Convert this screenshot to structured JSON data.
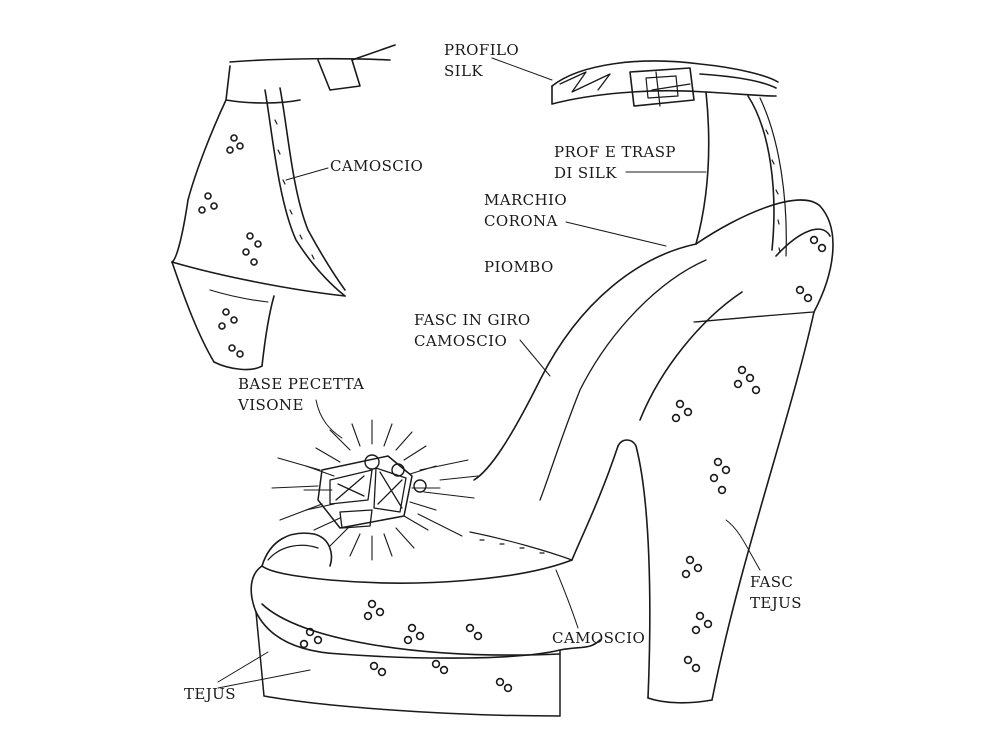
{
  "labels": {
    "profilo_silk": [
      "PROFILO",
      "SILK"
    ],
    "camoscio_strap": "CAMOSCIO",
    "prof_trasp": [
      "PROF E TRASP",
      "DI SILK"
    ],
    "marchio_corona": [
      "MARCHIO",
      "CORONA"
    ],
    "piombo": "PIOMBO",
    "fasc_in_giro": [
      "FASC IN GIRO",
      "CAMOSCIO"
    ],
    "base_pecetta": [
      "BASE PECETTA",
      "VISONE"
    ],
    "camoscio_welt": "CAMOSCIO",
    "fasc_tejus": [
      "FASC",
      "TEJUS"
    ],
    "tejus": "TEJUS"
  },
  "colors": {
    "ink": "#1a1a1a",
    "paper": "#ffffff"
  }
}
